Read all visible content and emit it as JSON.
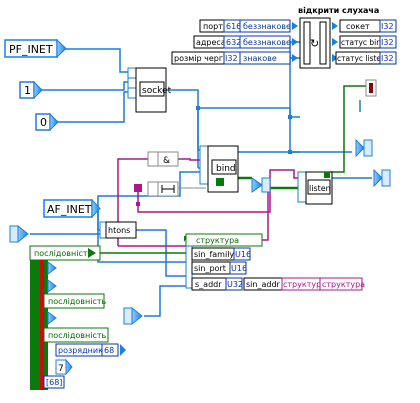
{
  "constants": {
    "pf_inet": "PF_INET",
    "one": "1",
    "zero": "0",
    "af_inet": "AF_INET"
  },
  "functions": {
    "socket": "socket",
    "bind": "bind",
    "listen": "listen",
    "htons": "htons",
    "and_op": "&"
  },
  "listen_panel": {
    "title": "відкрити слухача",
    "inputs": [
      {
        "label": "порт",
        "type": "616",
        "desc": "беззнакове"
      },
      {
        "label": "адреса",
        "type": "632",
        "desc": "беззнакове"
      },
      {
        "label": "розмір черги",
        "type": "I32",
        "desc": "знакове"
      }
    ],
    "outputs": [
      {
        "label": "сокет",
        "type": "I32"
      },
      {
        "label": "статус bind",
        "type": "I32"
      },
      {
        "label": "статус listen",
        "type": "I32"
      }
    ],
    "center_glyph": "↻"
  },
  "struct": {
    "header": "структура",
    "fields": [
      {
        "name": "sin_family",
        "type": "U16"
      },
      {
        "name": "sin_port",
        "type": "U16"
      },
      {
        "name": "s_addr",
        "type": "U32"
      }
    ],
    "sin_addr_label": "sin_addr",
    "struct_label_1": "структура",
    "struct_label_2": "структура"
  },
  "sequence": {
    "label_1": "послідовність",
    "label_2": "послідовність",
    "label_3": "послідовність",
    "zero_item": "розрядник",
    "num_68": "68",
    "num_7": "7",
    "array_label": "[68]"
  },
  "colors": {
    "wire_blue": "#1a7fd6",
    "wire_pink": "#b0148f",
    "wire_green": "#0a7a0a",
    "terminal_blue": "#2b8ee8"
  }
}
